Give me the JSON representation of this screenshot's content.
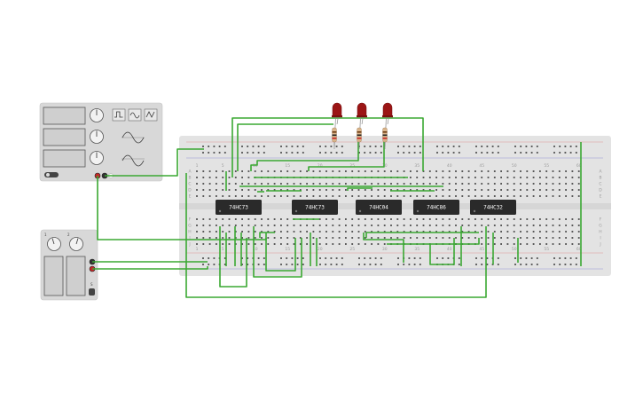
{
  "chips": [
    {
      "label": "74HC73"
    },
    {
      "label": "74HC73"
    },
    {
      "label": "74HC04"
    },
    {
      "label": "74HC86"
    },
    {
      "label": "74HC32"
    }
  ],
  "breadboard": {
    "column_labels": [
      "1",
      "5",
      "10",
      "15",
      "20",
      "25",
      "30",
      "35",
      "40",
      "45",
      "50",
      "55",
      "60"
    ],
    "row_labels_top": [
      "A",
      "B",
      "C",
      "D",
      "E"
    ],
    "row_labels_bottom": [
      "F",
      "G",
      "H",
      "I",
      "J"
    ]
  },
  "power_supply": {
    "label_1": "1",
    "label_2": "2",
    "label_s": "S"
  },
  "colors": {
    "wire": "#3aa832",
    "led": "#9b1515",
    "chip": "#2a2a2a",
    "board": "#e3e3e3",
    "instrument": "#d8d8d8",
    "terminal_red": "#c62828",
    "terminal_black": "#333333"
  },
  "icons": [
    "square-wave-icon",
    "sine-wave-icon",
    "triangle-wave-icon"
  ]
}
